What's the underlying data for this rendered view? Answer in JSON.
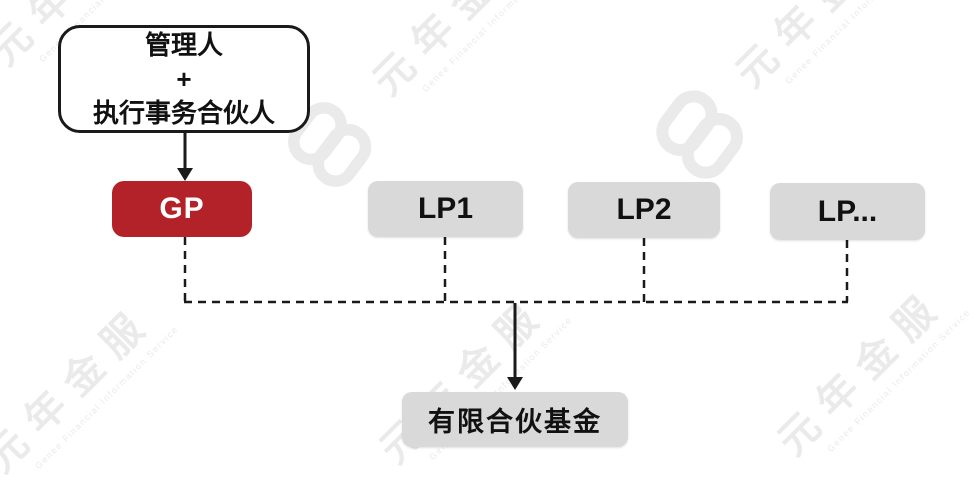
{
  "diagram": {
    "nodes": {
      "manager": {
        "lines": [
          "管理人",
          "+",
          "执行事务合伙人"
        ]
      },
      "gp": {
        "label": "GP"
      },
      "lp1": {
        "label": "LP1"
      },
      "lp2": {
        "label": "LP2"
      },
      "lp_more": {
        "label": "LP..."
      },
      "fund": {
        "label": "有限合伙基金"
      }
    },
    "colors": {
      "gp_fill": "#B22228",
      "gp_text": "#FFFFFF",
      "lp_fill": "#D9D9D9",
      "node_text": "#111111",
      "line": "#1A1A1A",
      "manager_border": "#1A1A1A"
    }
  },
  "watermark": {
    "brand_text": "元年金服",
    "subtext": "Genee Financial Information Service",
    "color": "#EAEAEA"
  }
}
